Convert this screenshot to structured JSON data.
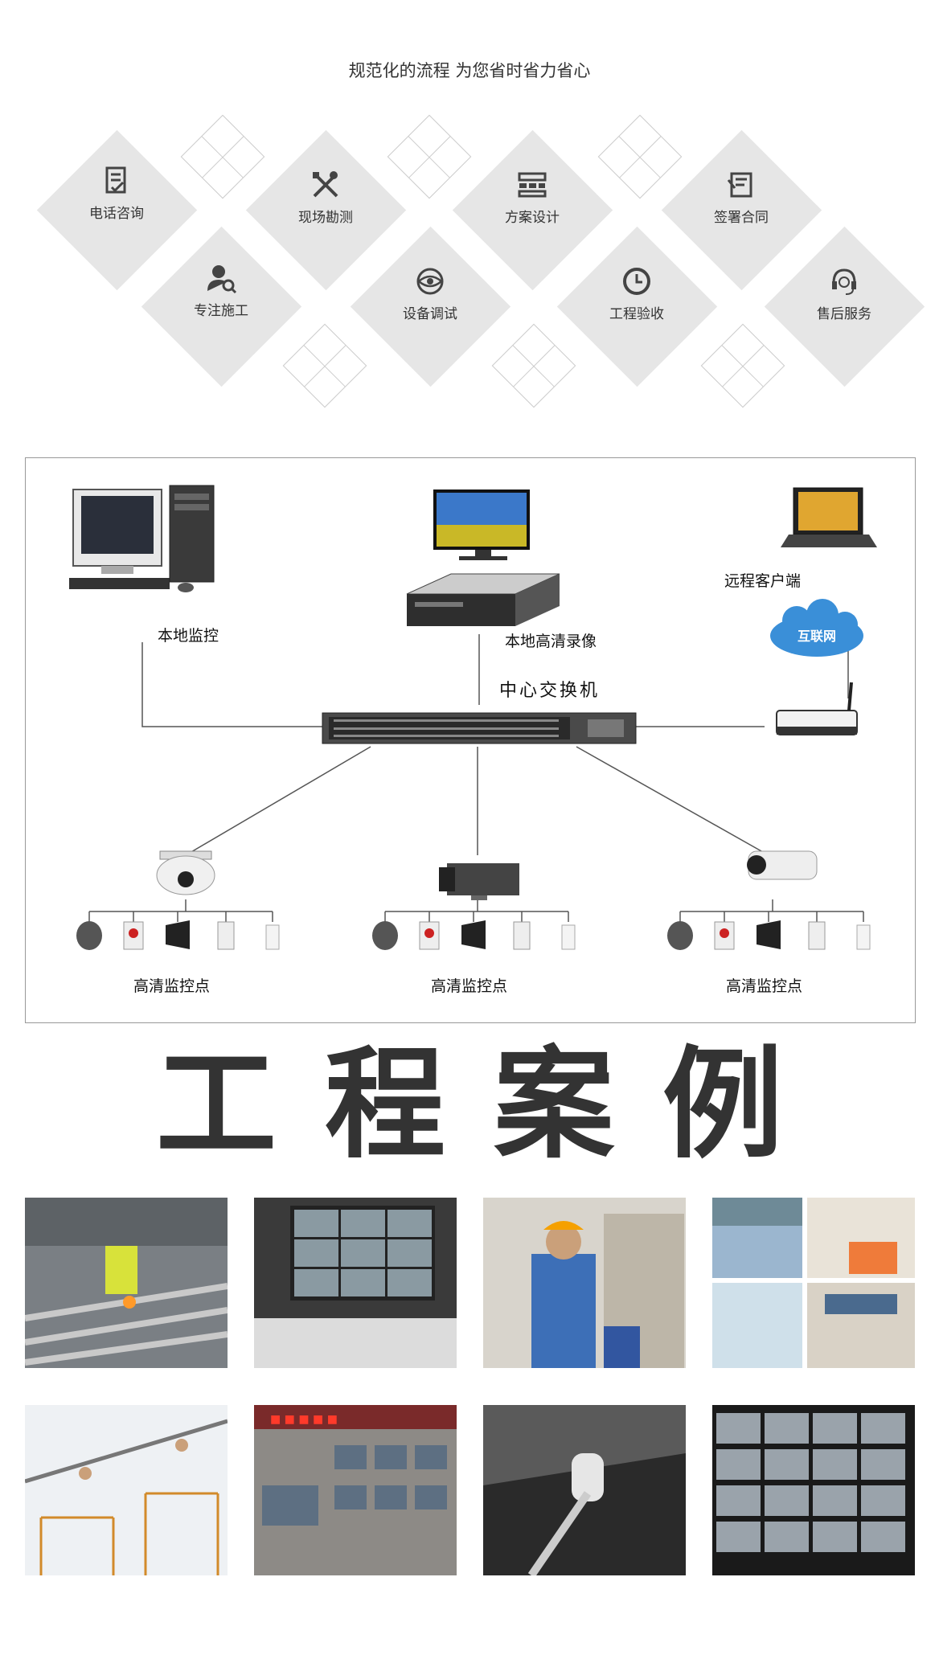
{
  "process": {
    "title": "规范化的流程 为您省时省力省心",
    "steps_top": [
      {
        "label": "电话咨询",
        "icon": "document-icon"
      },
      {
        "label": "现场勘测",
        "icon": "tools-icon"
      },
      {
        "label": "方案设计",
        "icon": "layout-icon"
      },
      {
        "label": "签署合同",
        "icon": "contract-icon"
      }
    ],
    "steps_bottom": [
      {
        "label": "专注施工",
        "icon": "worker-icon"
      },
      {
        "label": "设备调试",
        "icon": "eye-target-icon"
      },
      {
        "label": "工程验收",
        "icon": "clock-icon"
      },
      {
        "label": "售后服务",
        "icon": "headset-icon"
      }
    ]
  },
  "diagram": {
    "local_monitor": "本地监控",
    "local_hd_recording": "本地高清录像",
    "remote_client": "远程客户端",
    "internet": "互联网",
    "central_switch": "中心交换机",
    "hd_point_1": "高清监控点",
    "hd_point_2": "高清监控点",
    "hd_point_3": "高清监控点"
  },
  "cases": {
    "title": "工程案例"
  },
  "colors": {
    "diamond_fill": "#e6e6e6",
    "diamond_outline": "#cccccc",
    "heading": "#333333",
    "internet_cloud": "#3a8fd8"
  }
}
